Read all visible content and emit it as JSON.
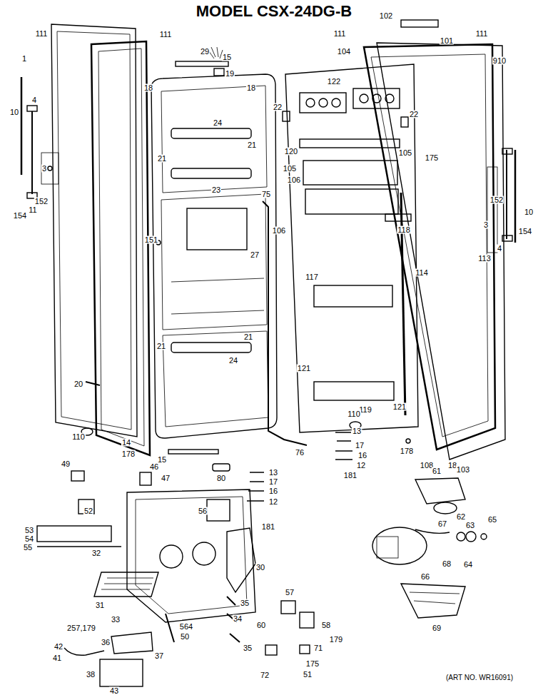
{
  "diagram": {
    "title": "MODEL CSX-24DG-B",
    "caption": "(ART NO. WR16091)",
    "labels": [
      "111",
      "111",
      "1",
      "29",
      "15",
      "19",
      "18",
      "18",
      "10",
      "4",
      "3",
      "11",
      "152",
      "154",
      "24",
      "21",
      "21",
      "23",
      "75",
      "151",
      "27",
      "21",
      "24",
      "21",
      "20",
      "14",
      "110",
      "178",
      "15",
      "76",
      "80",
      "111",
      "102",
      "101",
      "111",
      "104",
      "910",
      "122",
      "22",
      "22",
      "120",
      "105",
      "175",
      "105",
      "106",
      "106",
      "10",
      "152",
      "3",
      "4",
      "113",
      "154",
      "118",
      "114",
      "117",
      "121",
      "119",
      "121",
      "110",
      "13",
      "17",
      "16",
      "12",
      "181",
      "178",
      "108",
      "18",
      "103",
      "49",
      "46",
      "47",
      "56",
      "13",
      "17",
      "16",
      "12",
      "181",
      "52",
      "53",
      "54",
      "55",
      "32",
      "30",
      "31",
      "33",
      "35",
      "34",
      "35",
      "60",
      "257,179",
      "36",
      "564",
      "50",
      "57",
      "58",
      "179",
      "42",
      "41",
      "37",
      "38",
      "43",
      "71",
      "72",
      "175",
      "51",
      "61",
      "62",
      "67",
      "63",
      "65",
      "68",
      "66",
      "64",
      "69"
    ]
  }
}
